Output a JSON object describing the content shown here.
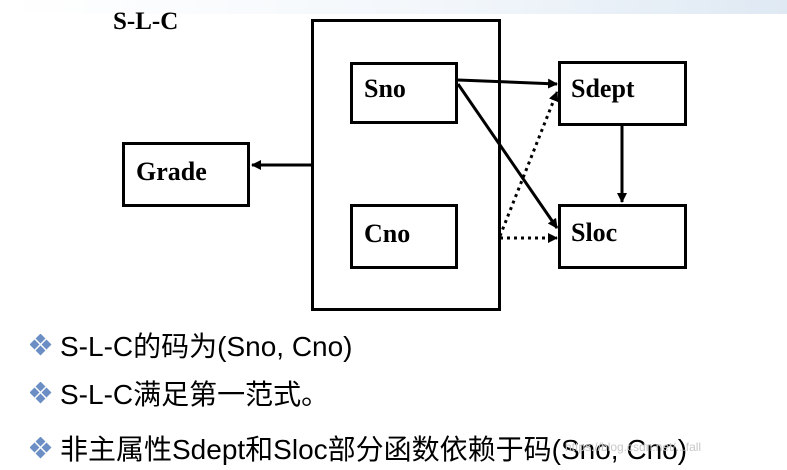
{
  "diagram": {
    "title": "S-L-C",
    "nodes": {
      "grade": "Grade",
      "sno": "Sno",
      "cno": "Cno",
      "sdept": "Sdept",
      "sloc": "Sloc"
    }
  },
  "bullets": [
    "S-L-C的码为(Sno, Cno)",
    "S-L-C满足第一范式。",
    "非主属性Sdept和Sloc部分函数依赖于码(Sno, Cno)"
  ],
  "watermark": "https://blog.csdn.net/...fall",
  "colors": {
    "diamond": "#6b8fc4",
    "stroke": "#000000"
  }
}
